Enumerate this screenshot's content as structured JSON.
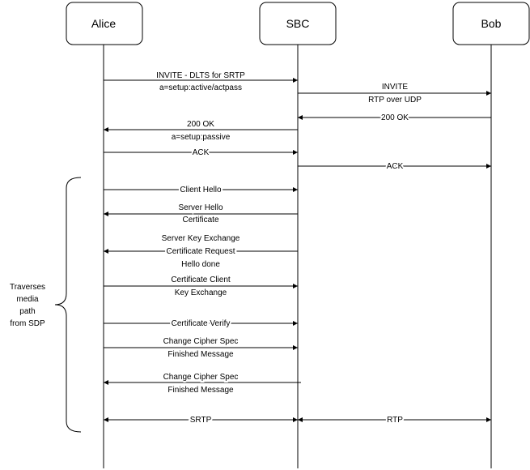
{
  "participants": [
    {
      "id": "alice",
      "name": "Alice"
    },
    {
      "id": "sbc",
      "name": "SBC"
    },
    {
      "id": "bob",
      "name": "Bob"
    }
  ],
  "messages": [
    {
      "id": "invite-dtls",
      "from": "alice",
      "to": "sbc",
      "lines": [
        "INVITE - DLTS for SRTP",
        "a=setup:active/actpass"
      ]
    },
    {
      "id": "invite-rtp",
      "from": "sbc",
      "to": "bob",
      "lines": [
        "INVITE",
        "RTP over UDP"
      ]
    },
    {
      "id": "ok-bob",
      "from": "bob",
      "to": "sbc",
      "lines": [
        "200 OK"
      ]
    },
    {
      "id": "ok-passive",
      "from": "sbc",
      "to": "alice",
      "lines": [
        "200 OK",
        "a=setup:passive"
      ]
    },
    {
      "id": "ack-alice",
      "from": "alice",
      "to": "sbc",
      "lines": [
        "ACK"
      ]
    },
    {
      "id": "ack-bob",
      "from": "sbc",
      "to": "bob",
      "lines": [
        "ACK"
      ]
    },
    {
      "id": "client-hello",
      "from": "alice",
      "to": "sbc",
      "lines": [
        "Client Hello"
      ]
    },
    {
      "id": "server-hello",
      "from": "sbc",
      "to": "alice",
      "lines": [
        "Server Hello",
        "Certificate"
      ]
    },
    {
      "id": "server-key-exchange",
      "from": "sbc",
      "to": "alice",
      "lines": [
        "Server Key Exchange",
        "Certificate Request",
        "Hello done"
      ]
    },
    {
      "id": "certificate-client",
      "from": "alice",
      "to": "sbc",
      "lines": [
        "Certificate Client",
        "Key Exchange"
      ]
    },
    {
      "id": "certificate-verify",
      "from": "alice",
      "to": "sbc",
      "lines": [
        "Certificate Verify"
      ]
    },
    {
      "id": "cipher-alice",
      "from": "alice",
      "to": "sbc",
      "lines": [
        "Change Cipher Spec",
        "Finished Message"
      ]
    },
    {
      "id": "cipher-sbc",
      "from": "sbc",
      "to": "alice",
      "lines": [
        "Change Cipher Spec",
        "Finished Message"
      ]
    },
    {
      "id": "srtp",
      "from": "alice",
      "to": "sbc",
      "bidirectional": true,
      "lines": [
        "SRTP"
      ]
    },
    {
      "id": "rtp",
      "from": "sbc",
      "to": "bob",
      "bidirectional": true,
      "lines": [
        "RTP"
      ]
    }
  ],
  "bracket_note": {
    "lines": [
      "Traverses",
      "media",
      "path",
      "from SDP"
    ]
  }
}
